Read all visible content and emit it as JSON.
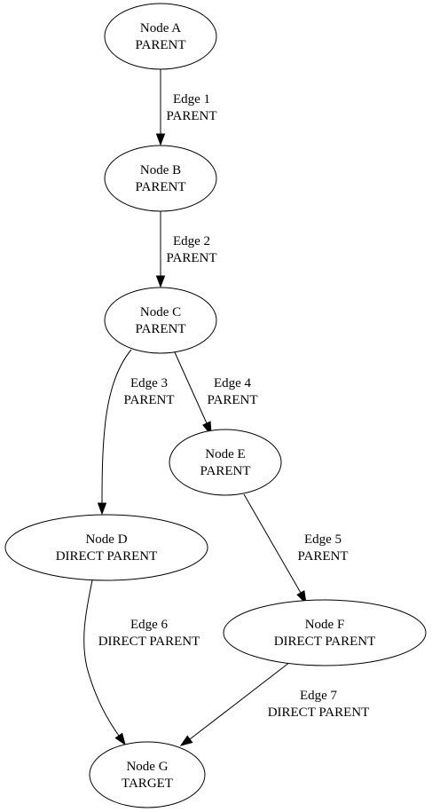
{
  "nodes": [
    {
      "id": "A",
      "name": "Node A",
      "type": "PARENT"
    },
    {
      "id": "B",
      "name": "Node B",
      "type": "PARENT"
    },
    {
      "id": "C",
      "name": "Node C",
      "type": "PARENT"
    },
    {
      "id": "E",
      "name": "Node E",
      "type": "PARENT"
    },
    {
      "id": "D",
      "name": "Node D",
      "type": "DIRECT PARENT"
    },
    {
      "id": "F",
      "name": "Node F",
      "type": "DIRECT PARENT"
    },
    {
      "id": "G",
      "name": "Node G",
      "type": "TARGET"
    }
  ],
  "edges": [
    {
      "from": "A",
      "to": "B",
      "name": "Edge 1",
      "type": "PARENT"
    },
    {
      "from": "B",
      "to": "C",
      "name": "Edge 2",
      "type": "PARENT"
    },
    {
      "from": "C",
      "to": "D",
      "name": "Edge 3",
      "type": "PARENT"
    },
    {
      "from": "C",
      "to": "E",
      "name": "Edge 4",
      "type": "PARENT"
    },
    {
      "from": "E",
      "to": "F",
      "name": "Edge 5",
      "type": "PARENT"
    },
    {
      "from": "D",
      "to": "G",
      "name": "Edge 6",
      "type": "DIRECT PARENT"
    },
    {
      "from": "F",
      "to": "G",
      "name": "Edge 7",
      "type": "DIRECT PARENT"
    }
  ]
}
